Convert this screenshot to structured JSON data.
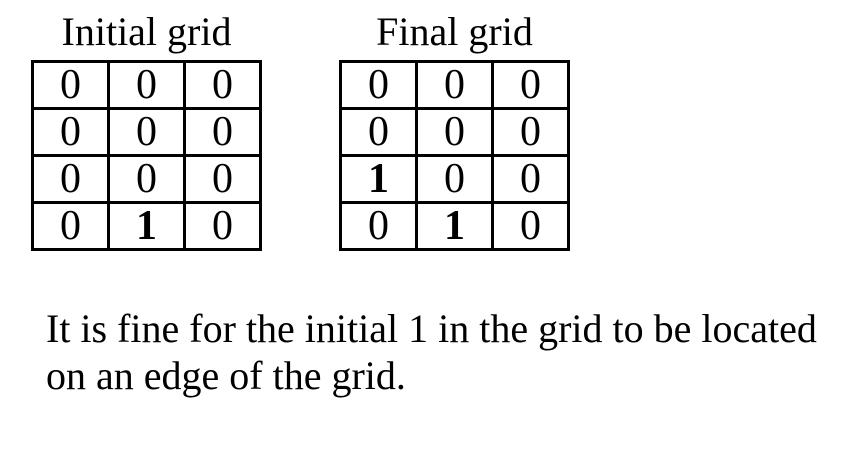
{
  "page": {
    "background": "#ffffff",
    "text_color": "#000000",
    "grid_border_color": "#000000"
  },
  "grids": [
    {
      "title": "Initial grid",
      "rows": [
        [
          "0",
          "0",
          "0"
        ],
        [
          "0",
          "0",
          "0"
        ],
        [
          "0",
          "0",
          "0"
        ],
        [
          "0",
          "1",
          "0"
        ]
      ]
    },
    {
      "title": "Final grid",
      "rows": [
        [
          "0",
          "0",
          "0"
        ],
        [
          "0",
          "0",
          "0"
        ],
        [
          "1",
          "0",
          "0"
        ],
        [
          "0",
          "1",
          "0"
        ]
      ]
    }
  ],
  "caption": {
    "lines": [
      "It is fine for the initial 1 in the grid to be located",
      "on an edge of the grid."
    ]
  }
}
